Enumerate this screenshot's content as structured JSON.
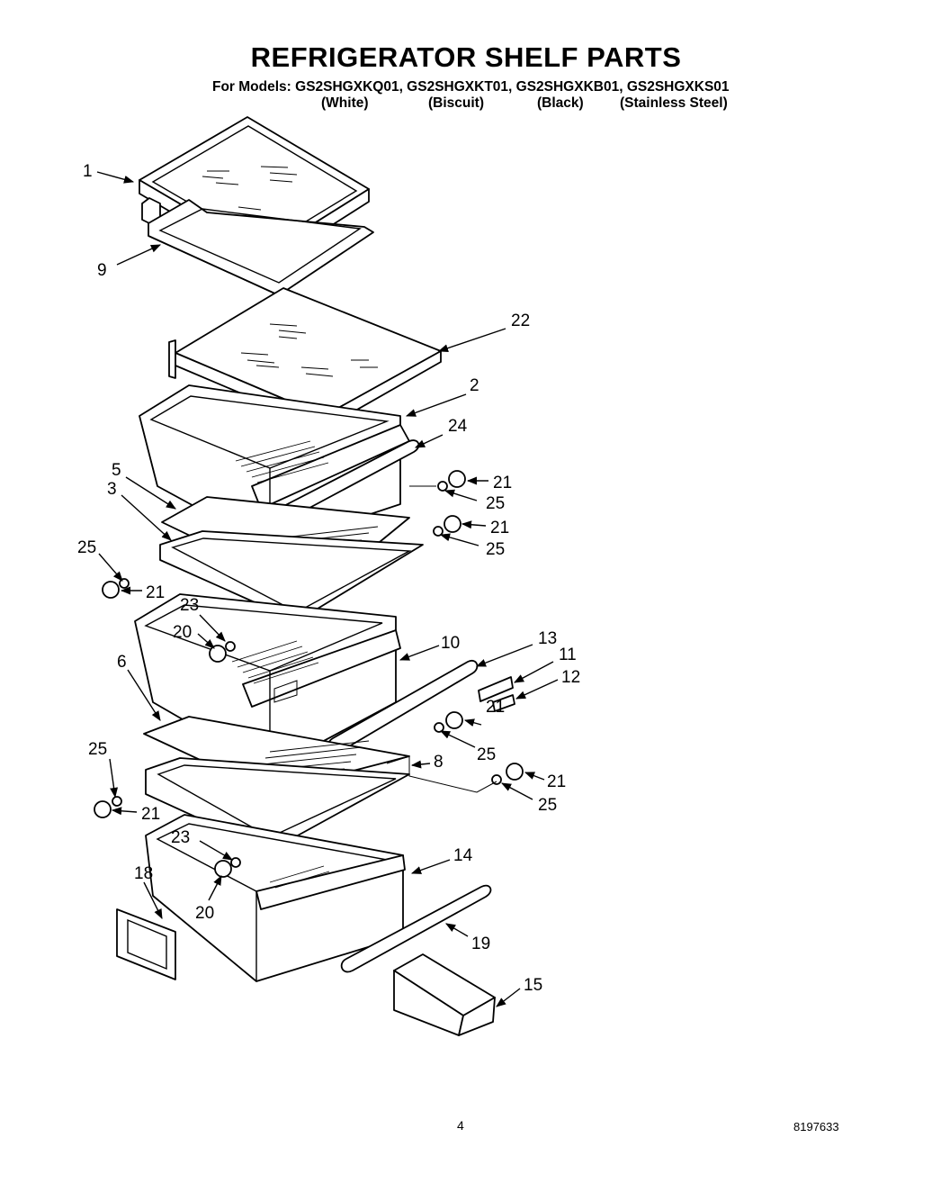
{
  "title": "REFRIGERATOR SHELF PARTS",
  "models_line": "For Models: GS2SHGXKQ01, GS2SHGXKT01, GS2SHGXKB01, GS2SHGXKS01",
  "finishes": [
    "(White)",
    "(Biscuit)",
    "(Black)",
    "(Stainless Steel)"
  ],
  "page_number": "4",
  "document_number": "8197633",
  "callouts": [
    "1",
    "9",
    "22",
    "2",
    "24",
    "21",
    "25",
    "5",
    "3",
    "21",
    "25",
    "25",
    "21",
    "23",
    "20",
    "10",
    "13",
    "11",
    "12",
    "6",
    "21",
    "25",
    "25",
    "8",
    "21",
    "21",
    "25",
    "23",
    "14",
    "18",
    "20",
    "19",
    "15"
  ]
}
